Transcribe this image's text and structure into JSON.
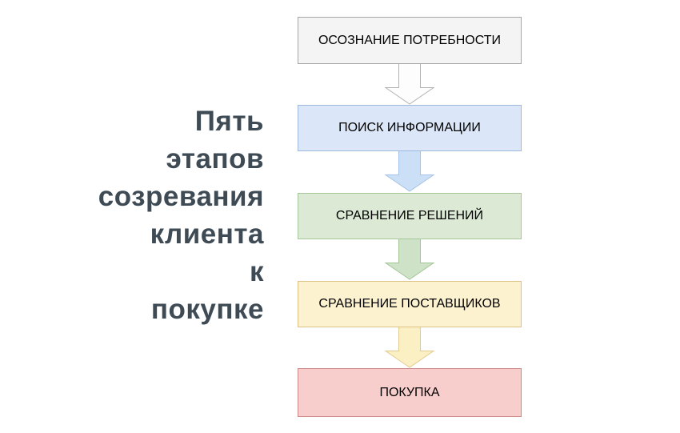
{
  "title": {
    "full_text": "Пять этапов созревания клиента к покупке",
    "lines": [
      "Пять",
      "этапов",
      "созревания",
      "клиента",
      "к",
      "покупке"
    ],
    "color": "#3e4b55"
  },
  "flow": {
    "stages": [
      {
        "label": "ОСОЗНАНИЕ ПОТРЕБНОСТИ",
        "fill": "#f4f4f4",
        "stroke": "#a6a6a6",
        "text_color": "#000000"
      },
      {
        "label": "ПОИСК ИНФОРМАЦИИ",
        "fill": "#dbe7f8",
        "stroke": "#9fb8dd",
        "text_color": "#000000"
      },
      {
        "label": "СРАВНЕНИЕ РЕШЕНИЙ",
        "fill": "#dcead5",
        "stroke": "#a5c79a",
        "text_color": "#000000"
      },
      {
        "label": "СРАВНЕНИЕ ПОСТАВЩИКОВ",
        "fill": "#fdf2cf",
        "stroke": "#ddc386",
        "text_color": "#000000"
      },
      {
        "label": "ПОКУПКА",
        "fill": "#f7cecc",
        "stroke": "#cb8a88",
        "text_color": "#000000"
      }
    ],
    "arrows": [
      {
        "direction": "down",
        "fill": "#fdfdfd",
        "stroke": "#b3b3b3"
      },
      {
        "direction": "down",
        "fill": "#cbdff6",
        "stroke": "#a6c2e6"
      },
      {
        "direction": "down",
        "fill": "#cde2c6",
        "stroke": "#a3c597"
      },
      {
        "direction": "down",
        "fill": "#fbefc4",
        "stroke": "#e2cb90"
      }
    ]
  }
}
